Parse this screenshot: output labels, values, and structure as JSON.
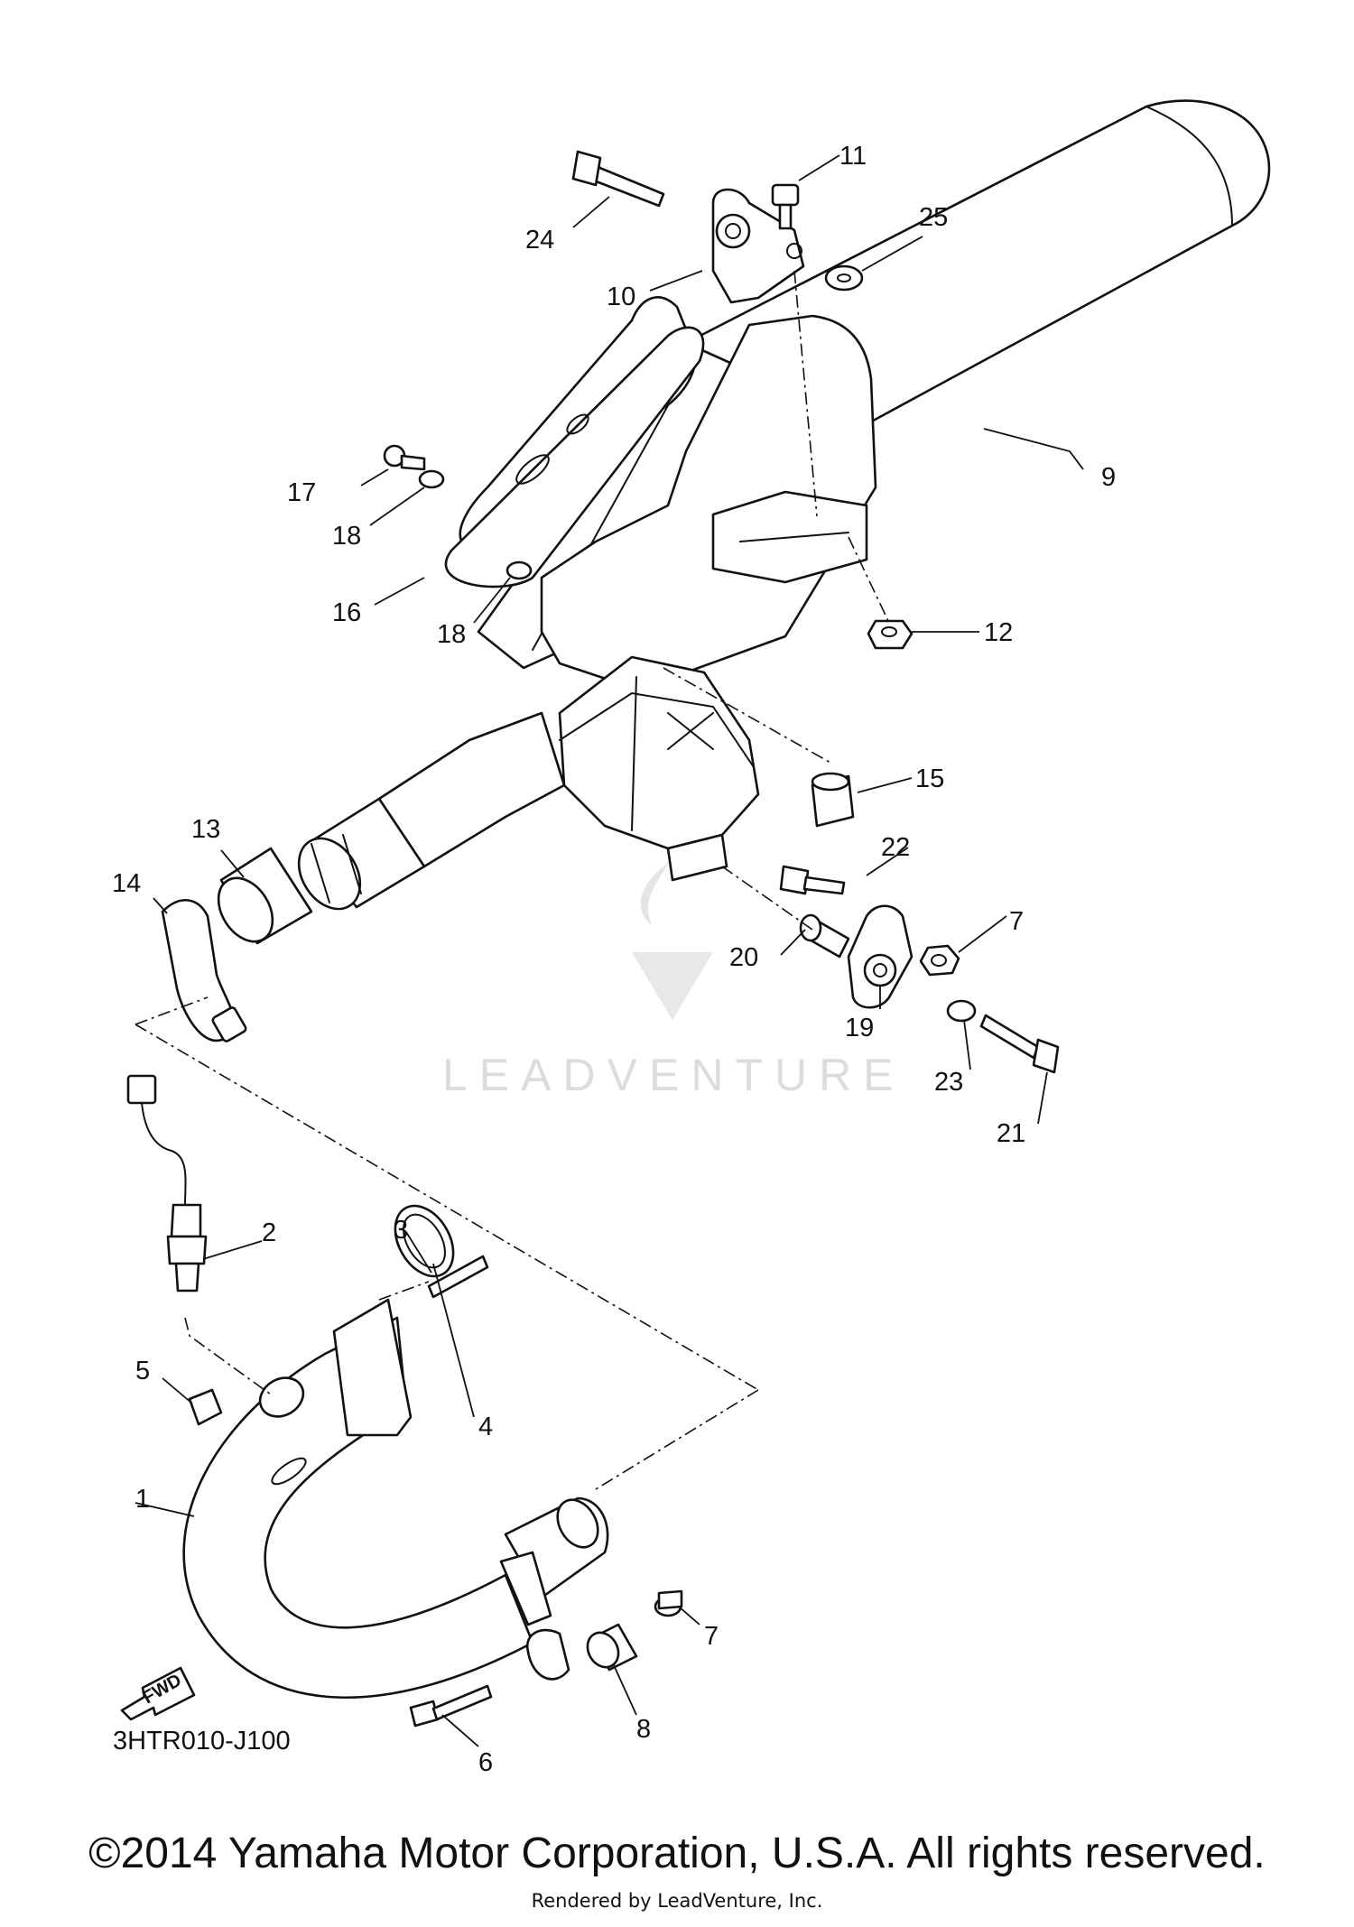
{
  "diagram": {
    "code": "3HTR010-J100",
    "fwd_label": "FWD",
    "watermark": "LEADVENTURE",
    "callouts": [
      {
        "id": "c1",
        "label": "1"
      },
      {
        "id": "c2",
        "label": "2"
      },
      {
        "id": "c3",
        "label": "3"
      },
      {
        "id": "c4",
        "label": "4"
      },
      {
        "id": "c5",
        "label": "5"
      },
      {
        "id": "c6",
        "label": "6"
      },
      {
        "id": "c7a",
        "label": "7"
      },
      {
        "id": "c7b",
        "label": "7"
      },
      {
        "id": "c8",
        "label": "8"
      },
      {
        "id": "c9",
        "label": "9"
      },
      {
        "id": "c10",
        "label": "10"
      },
      {
        "id": "c11",
        "label": "11"
      },
      {
        "id": "c12",
        "label": "12"
      },
      {
        "id": "c13",
        "label": "13"
      },
      {
        "id": "c14",
        "label": "14"
      },
      {
        "id": "c15",
        "label": "15"
      },
      {
        "id": "c16",
        "label": "16"
      },
      {
        "id": "c17",
        "label": "17"
      },
      {
        "id": "c18a",
        "label": "18"
      },
      {
        "id": "c18b",
        "label": "18"
      },
      {
        "id": "c19",
        "label": "19"
      },
      {
        "id": "c20",
        "label": "20"
      },
      {
        "id": "c21",
        "label": "21"
      },
      {
        "id": "c22",
        "label": "22"
      },
      {
        "id": "c23",
        "label": "23"
      },
      {
        "id": "c24",
        "label": "24"
      },
      {
        "id": "c25",
        "label": "25"
      }
    ]
  },
  "footer": {
    "copyright": "©2014 Yamaha Motor Corporation, U.S.A. All rights reserved.",
    "rendered_by": "Rendered by LeadVenture, Inc."
  }
}
